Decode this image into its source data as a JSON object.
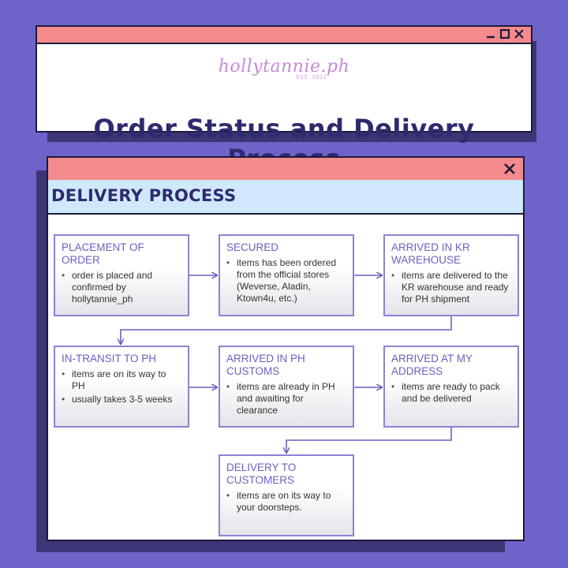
{
  "brand": {
    "logo_text": "hollytannie.ph",
    "logo_subtext": "EST. 2021"
  },
  "header": {
    "title": "Order Status and Delivery Process"
  },
  "panel": {
    "section_title": "DELIVERY PROCESS"
  },
  "window_controls": {
    "minimize_icon": "minimize-icon",
    "maximize_icon": "maximize-icon",
    "close_icon": "close-icon"
  },
  "colors": {
    "background": "#6e63c9",
    "titlebar": "#f58a8c",
    "section_bar": "#cfe9fb",
    "heading": "#2e2a6e",
    "box_title": "#6c5fc0",
    "box_border": "#8d83d4"
  },
  "steps": [
    {
      "title": "PLACEMENT OF ORDER",
      "bullets": [
        "order is placed and confirmed by hollytannie_ph"
      ]
    },
    {
      "title": "SECURED",
      "bullets": [
        "items has been ordered from the official stores (Weverse, Aladin, Ktown4u, etc.)"
      ]
    },
    {
      "title": "ARRIVED IN KR WAREHOUSE",
      "bullets": [
        "items are delivered to the KR warehouse and ready for PH shipment"
      ]
    },
    {
      "title": "IN-TRANSIT TO PH",
      "bullets": [
        "items are on its way to PH",
        "usually takes 3-5 weeks"
      ]
    },
    {
      "title": "ARRIVED IN PH CUSTOMS",
      "bullets": [
        "items are already in PH and awaiting for clearance"
      ]
    },
    {
      "title": "ARRIVED AT MY ADDRESS",
      "bullets": [
        "items are ready to pack and be delivered"
      ]
    },
    {
      "title": "DELIVERY TO CUSTOMERS",
      "bullets": [
        "items are on its way to your doorsteps."
      ]
    }
  ]
}
